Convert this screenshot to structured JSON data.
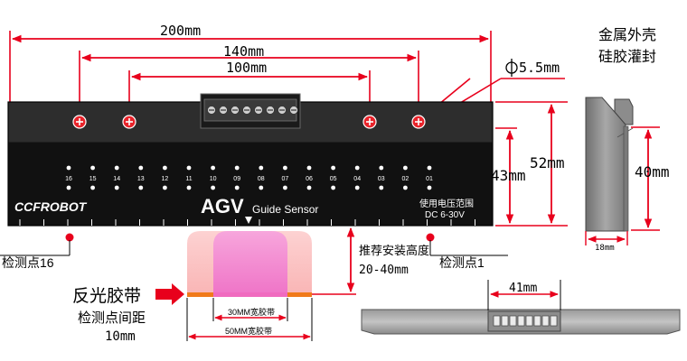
{
  "dimensions": {
    "total_width": "200mm",
    "hole_span": "140mm",
    "inner_span": "100mm",
    "hole_diameter": "5.5mm",
    "height_overall": "52mm",
    "height_body": "43mm",
    "side_height": "40mm",
    "side_depth": "18mm",
    "bottom_width": "41mm"
  },
  "callouts": {
    "shell_line1": "金属外壳",
    "shell_line2": "硅胶灌封",
    "detect16": "检测点16",
    "detect1": "检测点1",
    "install_height_label": "推荐安装高度",
    "install_height_range": "20-40mm"
  },
  "tape": {
    "title": "反光胶带",
    "spacing_label": "检测点间距",
    "spacing_value": "10mm",
    "narrow_tape": "30MM宽胶带",
    "wide_tape": "50MM宽胶带"
  },
  "sensor": {
    "brand": "CCFROBOT",
    "product": "AGV",
    "subtitle": "Guide Sensor",
    "voltage_label": "使用电压范围",
    "voltage_value": "DC 6-30V",
    "points": [
      "16",
      "15",
      "14",
      "13",
      "12",
      "11",
      "10",
      "09",
      "08",
      "07",
      "06",
      "05",
      "04",
      "03",
      "02",
      "01"
    ]
  },
  "colors": {
    "dimension_red": "#e8001c",
    "sensor_body": "#1d1d1d",
    "tape_orange": "#f07a1a",
    "tape_pink": "#f68ed0",
    "tape_glow": "#fcd4d4",
    "shell_gray": "#8e8e8e"
  }
}
